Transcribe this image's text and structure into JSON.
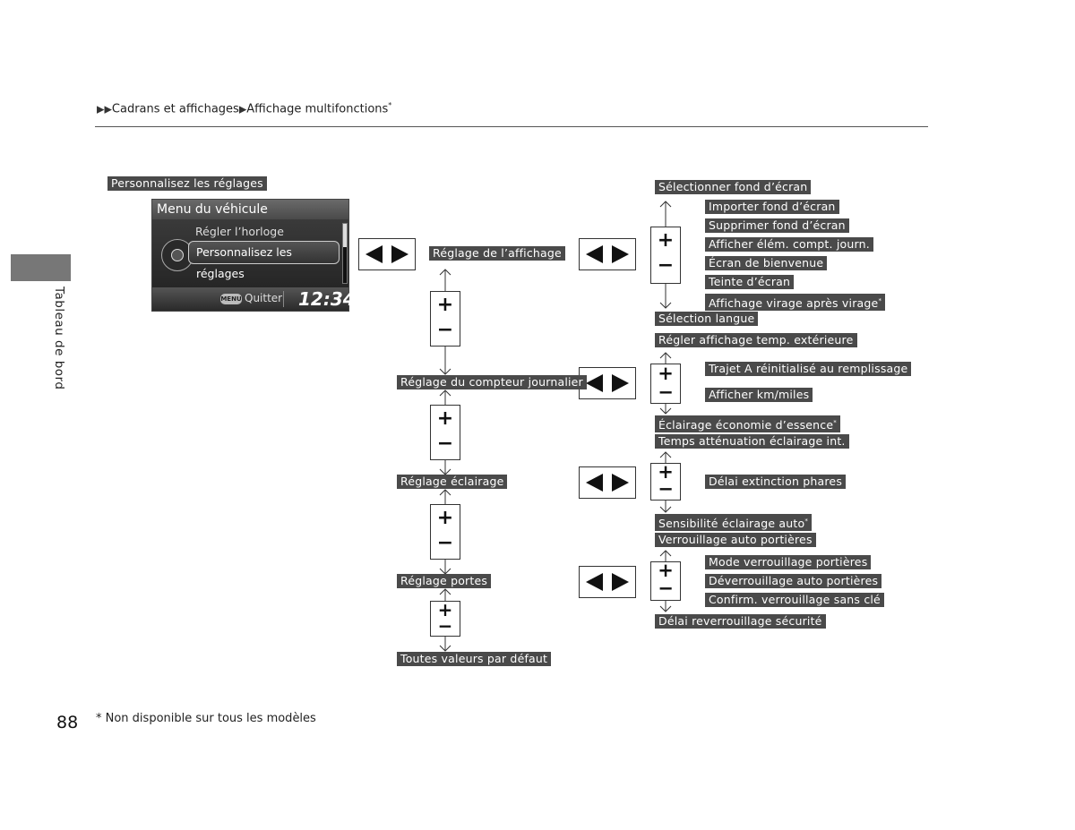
{
  "header": {
    "breadcrumb_1": "Cadrans et affichages",
    "breadcrumb_2": "Affichage multifonctions",
    "asterisk": "*"
  },
  "side": {
    "label": "Tableau de bord"
  },
  "footer": {
    "page_number": "88",
    "footnote": "* Non disponible sur tous les modèles"
  },
  "screen": {
    "caption": "Personnalisez les réglages",
    "title": "Menu du véhicule",
    "item_1": "Régler l’horloge",
    "item_2": "Personnalisez les réglages",
    "menu_badge": "MENU",
    "quit": "Quitter",
    "clock": "12:34"
  },
  "left_column": [
    "Réglage de l’affichage",
    "Réglage du compteur journalier",
    "Réglage éclairage",
    "Réglage portes",
    "Toutes valeurs par défaut"
  ],
  "right_groups": {
    "display": {
      "top": "Sélectionner fond d’écran",
      "items": [
        "Importer fond d’écran",
        "Supprimer fond d’écran",
        "Afficher élém. compt. journ.",
        "Écran de bienvenue",
        "Teinte d’écran",
        "Affichage virage après virage"
      ],
      "bottom": "Sélection langue"
    },
    "trip": {
      "top": "Régler affichage temp. extérieure",
      "items": [
        "Trajet A réinitialisé au remplissage",
        "Afficher km/miles"
      ],
      "bottom": "Éclairage économie d’essence"
    },
    "lighting": {
      "top": "Temps atténuation éclairage int.",
      "items": [
        "Délai extinction phares"
      ],
      "bottom": "Sensibilité éclairage auto"
    },
    "doors": {
      "top": "Verrouillage auto portières",
      "items": [
        "Mode verrouillage portières",
        "Déverrouillage auto portières",
        "Confirm. verrouillage sans clé"
      ],
      "bottom": "Délai reverrouillage sécurité"
    }
  },
  "symbols": {
    "plus": "+",
    "minus": "−",
    "arrow_icon": "left-right-arrows-icon"
  }
}
